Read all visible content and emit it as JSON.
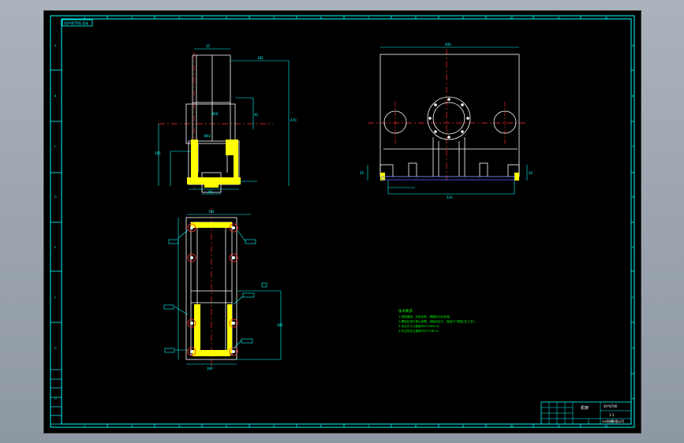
{
  "drawing": {
    "corner_label": "SV*8700-D4",
    "tech_notes": {
      "heading": "技术要求",
      "lines": [
        "1.锐角倒钝，去除毛刺，焊缝均匀无夹渣。",
        "2.焊接后进行退火处理，消除内应力，保证尺寸稳定(见工艺)。",
        "3.未注尺寸公差按GB/T1804-m。",
        "4.未注形位公差按GB/T1184-K。"
      ]
    },
    "title_block": {
      "part_name": "机架",
      "drawing_no": "SV*8700",
      "scale": "1:1",
      "company": "XX机械有限公司"
    },
    "frame": {
      "top_numbers": [
        "1",
        "2",
        "3",
        "4",
        "5",
        "6",
        "7",
        "8",
        "9",
        "10",
        "11",
        "12"
      ],
      "side_letters": [
        "A",
        "B",
        "C",
        "D",
        "E",
        "F",
        "G",
        "H"
      ]
    },
    "colors": {
      "background": "#000000",
      "frame": "#00ffff",
      "outline": "#ffffff",
      "centerline": "#ff3030",
      "weld": "#ffff00",
      "notes": "#00ff00",
      "hidden": "#4040ff"
    }
  }
}
